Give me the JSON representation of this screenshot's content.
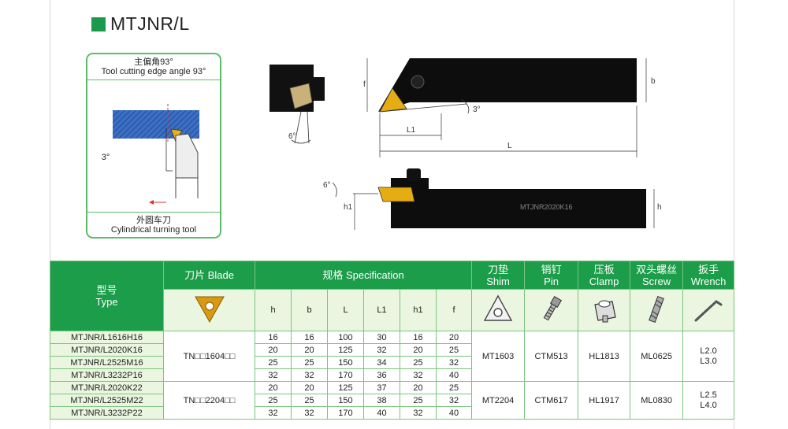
{
  "title": "MTJNR/L",
  "inset": {
    "top_cn": "主偏角93°",
    "top_en": "Tool cutting edge angle 93°",
    "angle": "3°",
    "bottom_cn": "外圆车刀",
    "bottom_en": "Cylindrical turning tool"
  },
  "drawing": {
    "dim_f": "f",
    "dim_b": "b",
    "dim_l1": "L1",
    "dim_l": "L",
    "dim_h1": "h1",
    "dim_h": "h",
    "angle_6_top": "6°",
    "angle_3": "3°",
    "angle_6_side": "6°",
    "engraving": "MTJNR2020K16"
  },
  "table": {
    "header": {
      "type_cn": "型号",
      "type_en": "Type",
      "blade": "刀片 Blade",
      "spec": "规格 Specification",
      "shim_cn": "刀垫",
      "shim_en": "Shim",
      "pin_cn": "销钉",
      "pin_en": "Pin",
      "clamp_cn": "压板",
      "clamp_en": "Clamp",
      "screw_cn": "双头螺丝",
      "screw_en": "Screw",
      "wrench_cn": "扳手",
      "wrench_en": "Wrench"
    },
    "spec_cols": [
      "h",
      "b",
      "L",
      "L1",
      "h1",
      "f"
    ],
    "groups": [
      {
        "blade": "TN□□1604□□",
        "shim": "MT1603",
        "pin": "CTM513",
        "clamp": "HL1813",
        "screw": "ML0625",
        "wrench_1": "L2.0",
        "wrench_2": "L3.0",
        "rows": [
          {
            "type": "MTJNR/L1616H16",
            "v": [
              "16",
              "16",
              "100",
              "30",
              "16",
              "20"
            ]
          },
          {
            "type": "MTJNR/L2020K16",
            "v": [
              "20",
              "20",
              "125",
              "32",
              "20",
              "25"
            ]
          },
          {
            "type": "MTJNR/L2525M16",
            "v": [
              "25",
              "25",
              "150",
              "34",
              "25",
              "32"
            ]
          },
          {
            "type": "MTJNR/L3232P16",
            "v": [
              "32",
              "32",
              "170",
              "36",
              "32",
              "40"
            ]
          }
        ]
      },
      {
        "blade": "TN□□2204□□",
        "shim": "MT2204",
        "pin": "CTM617",
        "clamp": "HL1917",
        "screw": "ML0830",
        "wrench_1": "L2.5",
        "wrench_2": "L4.0",
        "rows": [
          {
            "type": "MTJNR/L2020K22",
            "v": [
              "20",
              "20",
              "125",
              "37",
              "20",
              "25"
            ]
          },
          {
            "type": "MTJNR/L2525M22",
            "v": [
              "25",
              "25",
              "150",
              "38",
              "25",
              "32"
            ]
          },
          {
            "type": "MTJNR/L3232P22",
            "v": [
              "32",
              "32",
              "170",
              "40",
              "32",
              "40"
            ]
          }
        ]
      }
    ]
  }
}
